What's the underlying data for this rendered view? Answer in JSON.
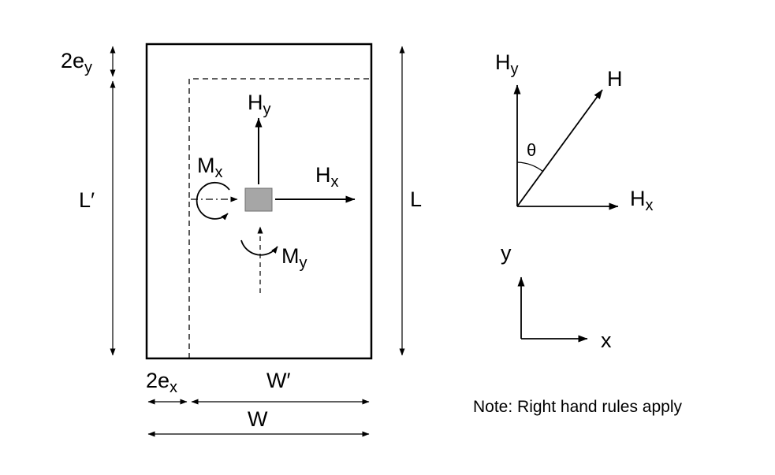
{
  "colors": {
    "background": "#ffffff",
    "line": "#000000",
    "column_fill": "#a6a6a6",
    "column_stroke": "#6e6e6e"
  },
  "plan": {
    "hy_base": "H",
    "hy_sub": "y",
    "hx_base": "H",
    "hx_sub": "x",
    "mx_base": "M",
    "mx_sub": "x",
    "my_base": "M",
    "my_sub": "y",
    "dim_2ey_base": "2e",
    "dim_2ey_sub": "y",
    "dim_2ex_base": "2e",
    "dim_2ex_sub": "x",
    "dim_L_prime": "L′",
    "dim_L": "L",
    "dim_W_prime": "W′",
    "dim_W": "W"
  },
  "vector": {
    "hy_base": "H",
    "hy_sub": "y",
    "h": "H",
    "theta": "θ",
    "hx_base": "H",
    "hx_sub": "x"
  },
  "axes": {
    "x": "x",
    "y": "y"
  },
  "note": "Note: Right hand rules apply"
}
